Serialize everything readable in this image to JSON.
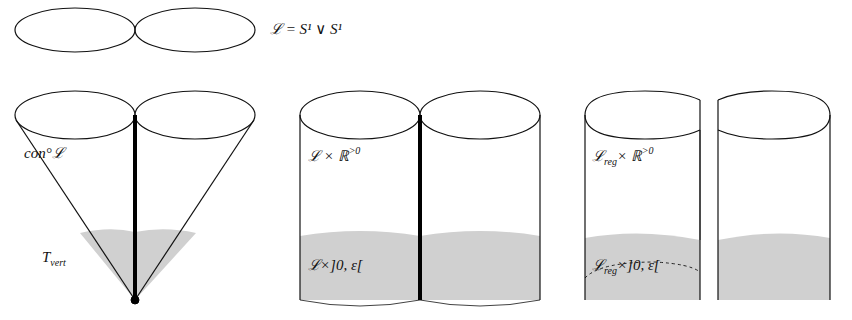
{
  "diagram": {
    "labels": [
      "ℒ = S¹ ∨ S¹",
      "con°ℒ",
      "T",
      "vert",
      "ℒ × ℝ",
      ">0",
      "ℒ×]0, ε[",
      "ℒ",
      "reg",
      "× ℝ",
      ">0",
      "ℒ",
      "reg",
      "×]0, ε["
    ]
  }
}
